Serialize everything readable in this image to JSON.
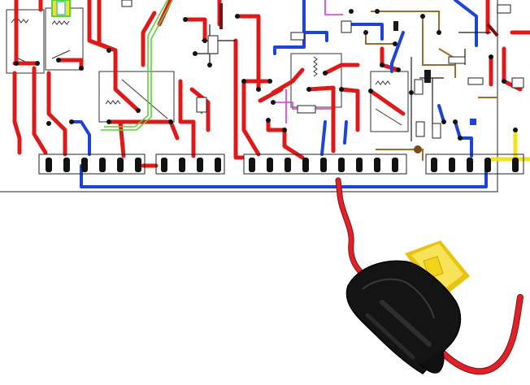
{
  "colors": {
    "background": "#ffffff",
    "paper_border": "#6a6a6a",
    "component_outline": "#333333",
    "wire_red": "#e01818",
    "wire_blue": "#1c44d8",
    "wire_green": "#5ad23a",
    "wire_yellow": "#f2e21c",
    "wire_brown": "#a06a2a",
    "wire_magenta": "#d23ad2",
    "wire_black": "#1a1a1a",
    "wire_darkred": "#7a1010",
    "connector_pin": "#111111",
    "fuse_holder": "#141414",
    "fuse_blade": "#f2d21a",
    "fuse_lead": "#e0212a"
  },
  "diagram": {
    "kind": "wiring-schematic",
    "connector_blocks": [
      {
        "name": "left",
        "pins": 6
      },
      {
        "name": "left-middle",
        "pins": 4
      },
      {
        "name": "center",
        "pins": 9
      },
      {
        "name": "right",
        "pins": 5
      }
    ],
    "relays": 4,
    "icons": [
      "relay-icon",
      "resistor-icon",
      "diode-icon",
      "fuse-icon",
      "connector-pin-icon"
    ]
  }
}
